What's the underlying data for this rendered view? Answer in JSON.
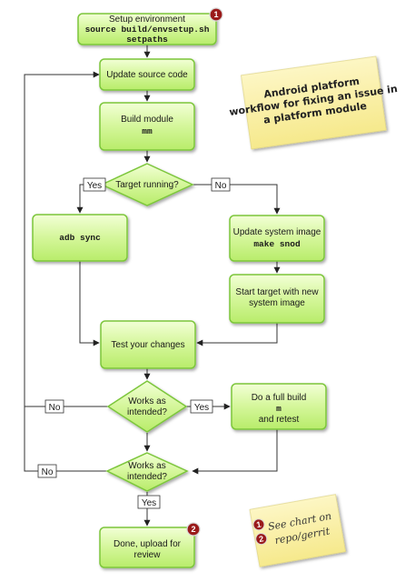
{
  "boxes": {
    "setup": {
      "line1": "Setup environment",
      "line2": "source build/envsetup.sh",
      "line3": "setpaths",
      "badge": "1"
    },
    "update_source": {
      "line1": "Update source code"
    },
    "build_module": {
      "line1": "Build module",
      "line2": "mm"
    },
    "adb_sync": {
      "line1": "adb sync"
    },
    "update_image": {
      "line1": "Update system image",
      "line2": "make snod"
    },
    "start_target": {
      "line1": "Start target with new",
      "line2": "system image"
    },
    "test_changes": {
      "line1": "Test your changes"
    },
    "full_build": {
      "line1": "Do a full build",
      "line2": "m",
      "line3": "and retest"
    },
    "done": {
      "line1": "Done, upload for",
      "line2": "review",
      "badge": "2"
    }
  },
  "decisions": {
    "target_running": {
      "line1": "Target running?"
    },
    "works1": {
      "line1": "Works as",
      "line2": "intended?"
    },
    "works2": {
      "line1": "Works as",
      "line2": "intended?"
    }
  },
  "labels": {
    "yes1": "Yes",
    "no1": "No",
    "no2": "No",
    "yes2": "Yes",
    "no3": "No",
    "yes3": "Yes"
  },
  "notes": {
    "title": {
      "line1": "Android platform",
      "line2": "workflow for fixing an issue in",
      "line3": "a platform module"
    },
    "ref": {
      "badge1": "1",
      "badge2": "2",
      "line1": "See chart on",
      "line2": "repo/gerrit"
    }
  },
  "colors": {
    "box_fill": "#d6f7a0",
    "box_stroke": "#7cc63a",
    "note_fill": "#fbf1a8",
    "badge_fill": "#9a1a1a",
    "line": "#333333"
  }
}
